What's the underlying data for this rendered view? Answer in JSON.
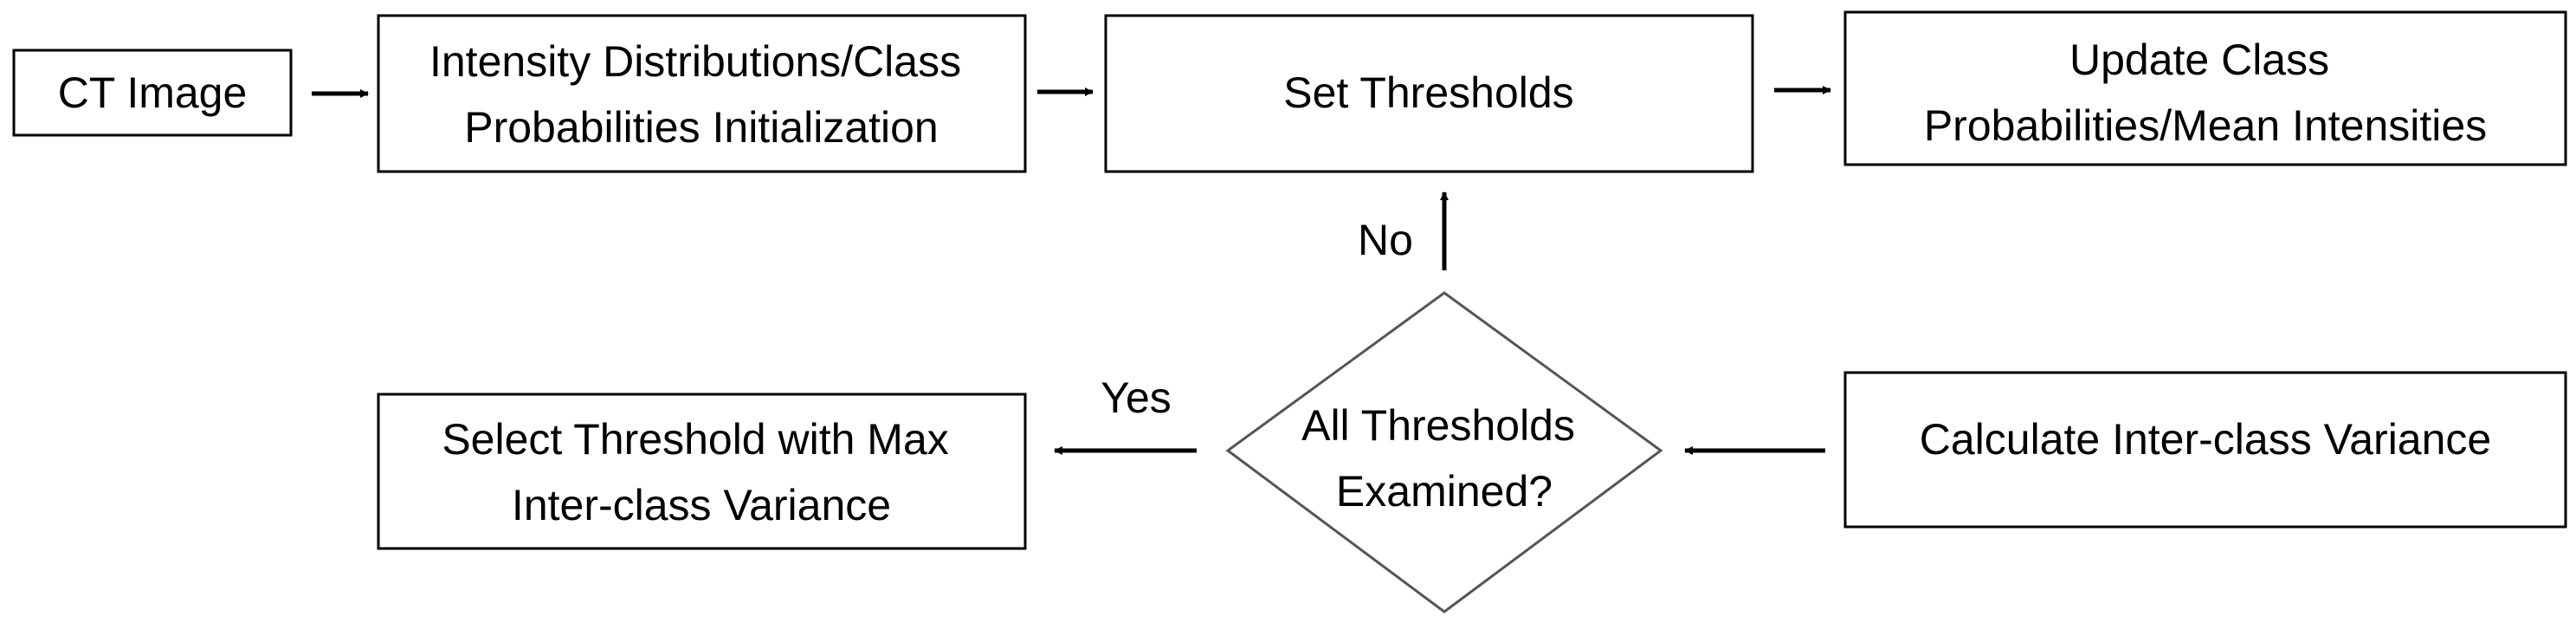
{
  "nodes": {
    "ct_image": {
      "lines": [
        "CT Image"
      ]
    },
    "initialization": {
      "lines": [
        "Intensity Distributions/Class",
        "Probabilities Initialization"
      ]
    },
    "set_thresholds": {
      "lines": [
        "Set Thresholds"
      ]
    },
    "update": {
      "lines": [
        "Update Class",
        "Probabilities/Mean Intensities"
      ]
    },
    "calculate": {
      "lines": [
        "Calculate Inter-class Variance"
      ]
    },
    "decision": {
      "lines": [
        "All Thresholds",
        "Examined?"
      ]
    },
    "select": {
      "lines": [
        "Select Threshold with Max",
        "Inter-class Variance"
      ]
    }
  },
  "edge_labels": {
    "no": "No",
    "yes": "Yes"
  },
  "colors": {
    "stroke": "#000000",
    "diamond_stroke": "#555555",
    "background": "#ffffff"
  }
}
